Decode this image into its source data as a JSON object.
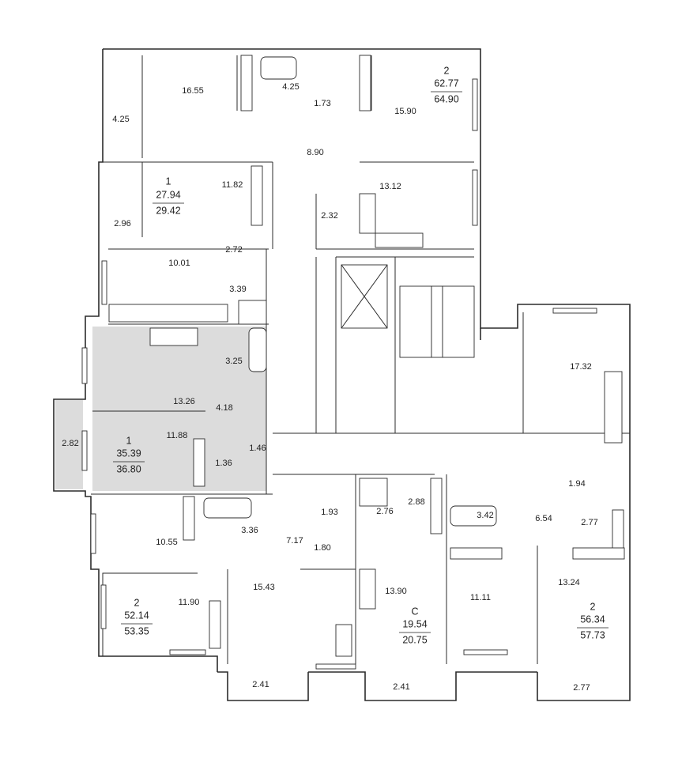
{
  "room_areas": [
    "4.25",
    "16.55",
    "4.25",
    "1.73",
    "15.90",
    "8.90",
    "11.82",
    "2.96",
    "13.12",
    "2.32",
    "2.72",
    "10.01",
    "3.39",
    "3.25",
    "17.32",
    "13.26",
    "4.18",
    "11.88",
    "2.82",
    "1.46",
    "1.36",
    "1.94",
    "2.88",
    "2.76",
    "1.93",
    "3.42",
    "6.54",
    "2.77",
    "3.36",
    "10.55",
    "7.17",
    "1.80",
    "15.43",
    "13.90",
    "13.24",
    "11.90",
    "11.11",
    "2.41",
    "2.41",
    "2.77"
  ],
  "apartments": [
    {
      "rooms": "2",
      "living_area": "62.77",
      "total_area": "64.90"
    },
    {
      "rooms": "1",
      "living_area": "27.94",
      "total_area": "29.42"
    },
    {
      "rooms": "1",
      "living_area": "35.39",
      "total_area": "36.80"
    },
    {
      "rooms": "2",
      "living_area": "52.14",
      "total_area": "53.35"
    },
    {
      "rooms": "С",
      "living_area": "19.54",
      "total_area": "20.75"
    },
    {
      "rooms": "2",
      "living_area": "56.34",
      "total_area": "57.73"
    }
  ]
}
